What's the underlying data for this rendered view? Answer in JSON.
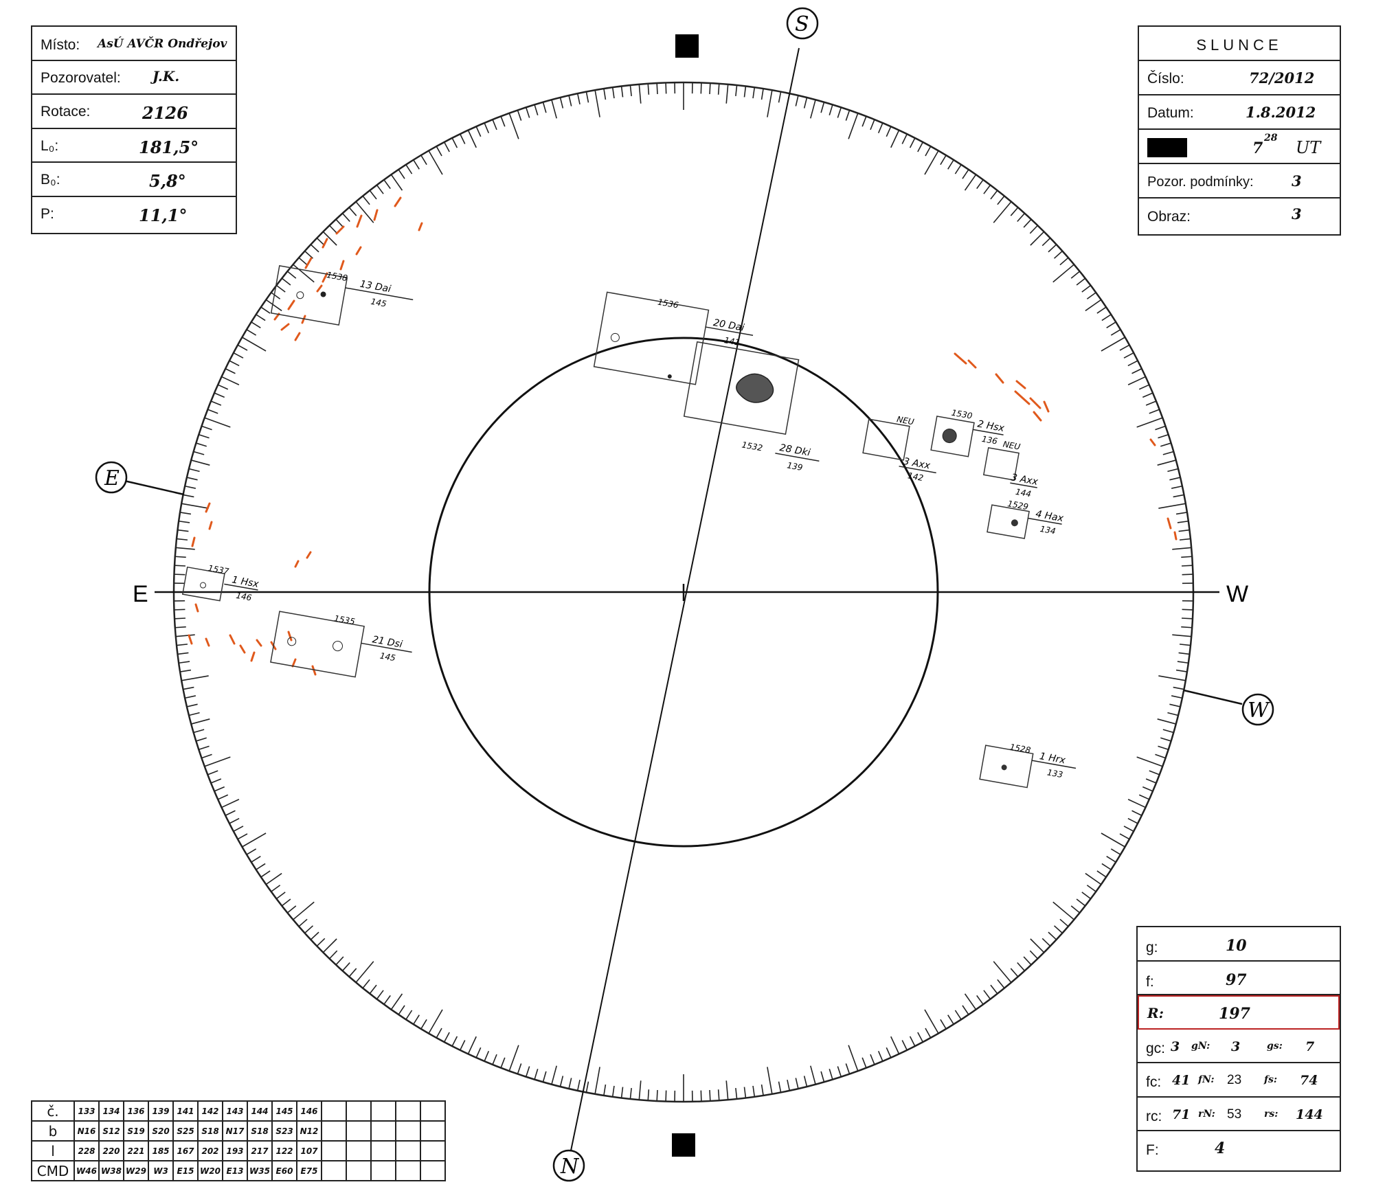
{
  "header_left": {
    "misto_label": "Místo:",
    "misto_value": "AsÚ AVČR Ondřejov",
    "pozorovatel_label": "Pozorovatel:",
    "pozorovatel_value": "J.K.",
    "rotace_label": "Rotace:",
    "rotace_value": "2126",
    "l0_label": "L₀:",
    "l0_value": "181,5°",
    "b0_label": "B₀:",
    "b0_value": "5,8°",
    "p_label": "P:",
    "p_value": "11,1°"
  },
  "header_right": {
    "title": "SLUNCE",
    "cislo_label": "Číslo:",
    "cislo_value": "72/2012",
    "datum_label": "Datum:",
    "datum_value": "1.8.2012",
    "time_hour": "7",
    "time_minutes": "28",
    "time_unit": "UT",
    "pozor_label": "Pozor. podmínky:",
    "pozor_value": "3",
    "obraz_label": "Obraz:",
    "obraz_value": "3"
  },
  "directions": {
    "east": "E",
    "west": "W",
    "circle_s": "S",
    "circle_n": "N",
    "circle_e": "E",
    "circle_w": "W"
  },
  "groups": [
    {
      "number": "1538",
      "cls": "13 Dai",
      "lon": "145"
    },
    {
      "number": "1536",
      "cls": "20 Dai",
      "lon": "141"
    },
    {
      "number": "1532",
      "cls": "28 Dki",
      "lon": "139"
    },
    {
      "number": "NEU",
      "cls": "3 Axx",
      "lon": "142"
    },
    {
      "number": "1530",
      "cls": "2 Hsx",
      "lon": "136"
    },
    {
      "number": "NEU",
      "cls": "3 Axx",
      "lon": "144"
    },
    {
      "number": "1529",
      "cls": "4 Hax",
      "lon": "134"
    },
    {
      "number": "1537",
      "cls": "1 Hsx",
      "lon": "146"
    },
    {
      "number": "1535",
      "cls": "21 Dsi",
      "lon": "145"
    },
    {
      "number": "1528",
      "cls": "1 Hrx",
      "lon": "133"
    }
  ],
  "stats": {
    "g_label": "g:",
    "g_value": "10",
    "f_label": "f:",
    "f_value": "97",
    "r_label": "R:",
    "r_value": "197",
    "gc_label": "gc:",
    "gc_value": "3",
    "gn_label": "gN:",
    "gn_value": "3",
    "gs_label": "gs:",
    "gs_value": "7",
    "fc_label": "fc:",
    "fc_value": "41",
    "fn_label": "fN:",
    "fn_value": "23",
    "fs_label": "fs:",
    "fs_value": "74",
    "rc_label": "rc:",
    "rc_value": "71",
    "rn_label": "rN:",
    "rn_value": "53",
    "rs_label": "rs:",
    "rs_value": "144",
    "F_label": "F:",
    "F_value": "4"
  },
  "bottom_table": {
    "row_labels": [
      "č.",
      "b",
      "l",
      "CMD"
    ],
    "c": [
      "133",
      "134",
      "136",
      "139",
      "141",
      "142",
      "143",
      "144",
      "145",
      "146"
    ],
    "b": [
      "N16",
      "S12",
      "S19",
      "S20",
      "S25",
      "S18",
      "N17",
      "S18",
      "S23",
      "N12"
    ],
    "l": [
      "228",
      "220",
      "221",
      "185",
      "167",
      "202",
      "193",
      "217",
      "122",
      "107"
    ],
    "cmd": [
      "W46",
      "W38",
      "W29",
      "W3",
      "E15",
      "W20",
      "E13",
      "W35",
      "E60",
      "E75"
    ]
  }
}
